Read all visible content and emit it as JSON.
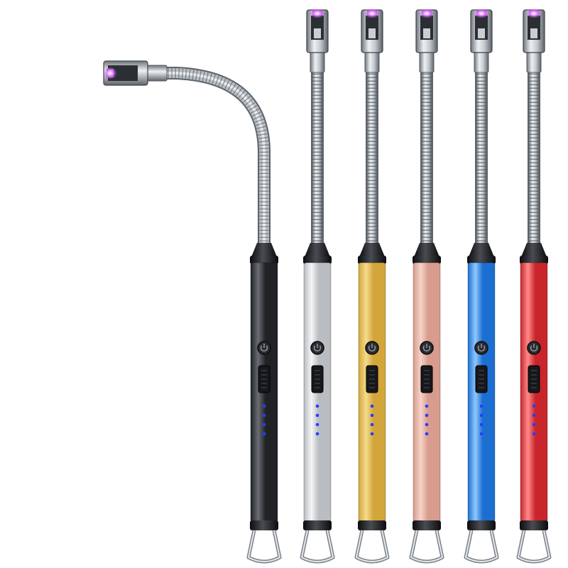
{
  "scene": {
    "background": "#ffffff",
    "arc_glow_color": "#c040e8",
    "led_color": "#2a3cff",
    "hose_color": "#b9bec4",
    "trim_color": "#1b1b1f",
    "led_count": 4
  },
  "lighters": [
    {
      "name": "black",
      "color": "#202225",
      "shine": "#6a6e75",
      "hose": "bent"
    },
    {
      "name": "silver",
      "color": "#b9bcc0",
      "shine": "#f4f5f6",
      "hose": "straight"
    },
    {
      "name": "gold",
      "color": "#d3a63b",
      "shine": "#f5dc8a",
      "hose": "straight"
    },
    {
      "name": "rose-gold",
      "color": "#d79c8e",
      "shine": "#f6d2c8",
      "hose": "straight"
    },
    {
      "name": "blue",
      "color": "#1c6fd0",
      "shine": "#8fc8ff",
      "hose": "straight"
    },
    {
      "name": "red",
      "color": "#c8262c",
      "shine": "#ff8a8a",
      "hose": "straight"
    }
  ]
}
